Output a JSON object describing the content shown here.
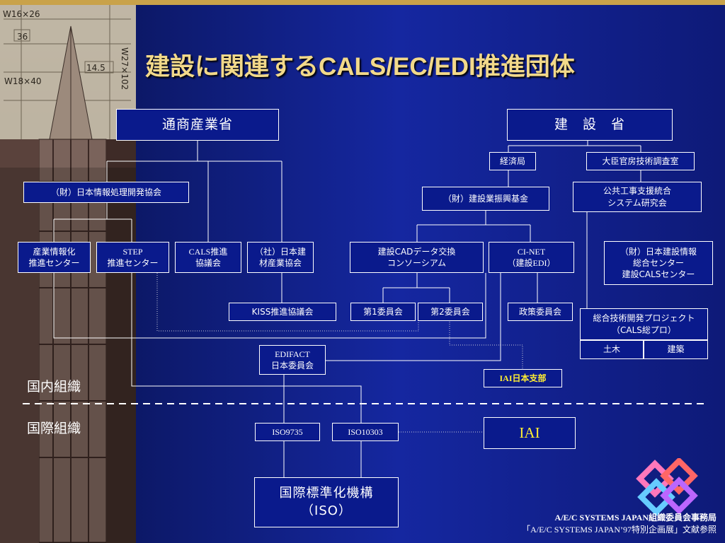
{
  "title": "建設に関連するCALS/EC/EDI推進団体",
  "colors": {
    "title": "#f2d98a",
    "box_fill": "#0a1a8c",
    "border": "#ffffff",
    "iai": "#ffee33",
    "background": "#1527a0"
  },
  "nodes": {
    "miti": "通商産業省",
    "moc": "建　設　省",
    "keizai": "経済局",
    "daijin": "大臣官房技術調査室",
    "jipdec": "（財）日本情報処理開発協会",
    "kensetsu_shinko": "（財）建設業振興基金",
    "kokyo": "公共工事支援統合\nシステム研究会",
    "sangyo": "産業情報化\n推進センター",
    "step": "STEP\n推進センター",
    "cals_suishin": "CALS推進\n協議会",
    "kenzai": "（社）日本建\n材産業協会",
    "cad": "建設CADデータ交換\nコンソーシアム",
    "cinet": "CI-NET\n（建設EDI）",
    "jacic": "（財）日本建設情報\n総合センター\n建設CALSセンター",
    "kiss": "KISS推進協議会",
    "iinkai1": "第1委員会",
    "iinkai2": "第2委員会",
    "seisaku": "政策委員会",
    "sogo": "総合技術開発プロジェクト\n（CALS総プロ）",
    "doboku": "土木",
    "kenchiku": "建築",
    "edifact": "EDIFACT\n日本委員会",
    "iai_japan": "IAI日本支部",
    "iai": "IAI",
    "iso9735": "ISO9735",
    "iso10303": "ISO10303",
    "iso": "国際標準化機構\n（ISO）"
  },
  "labels": {
    "domestic": "国内組織",
    "international": "国際組織"
  },
  "credit": {
    "line1": "A/E/C SYSTEMS JAPAN組織委員会事務局",
    "line2": "「A/E/C SYSTEMS JAPAN’97特別企画展」文献参照"
  },
  "decor": {
    "tags": [
      "W16×26",
      "36",
      "14.5",
      "W18×40",
      "W27×102"
    ]
  }
}
